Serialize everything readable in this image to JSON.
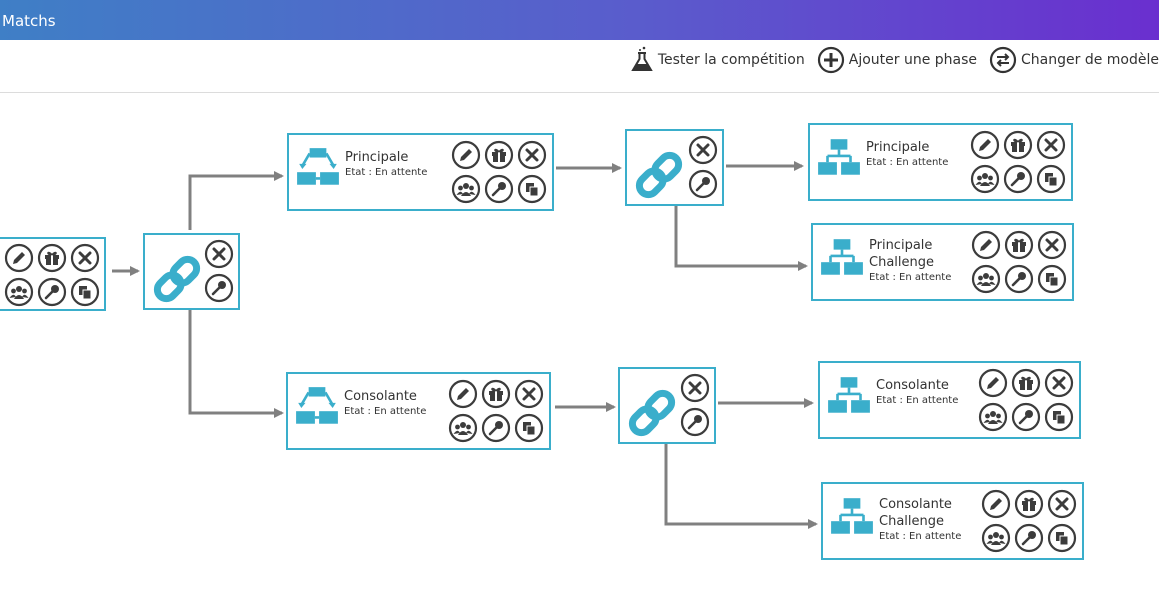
{
  "header": {
    "title": "Matchs"
  },
  "toolbar": {
    "test_label": "Tester la compétition",
    "add_phase_label": "Ajouter une phase",
    "change_model_label": "Changer de modèle"
  },
  "nodes": {
    "principale": {
      "name": "Principale",
      "state": "Etat : En attente"
    },
    "consolante": {
      "name": "Consolante",
      "state": "Etat : En attente"
    },
    "principale_main": {
      "name": "Principale",
      "state": "Etat : En attente"
    },
    "principale_challenge": {
      "name": "Principale\nChallenge",
      "name_line1": "Principale",
      "name_line2": "Challenge",
      "state": "Etat : En attente"
    },
    "consolante_main": {
      "name": "Consolante",
      "state": "Etat : En attente"
    },
    "consolante_challenge": {
      "name_line1": "Consolante",
      "name_line2": "Challenge",
      "state": "Etat : En attente"
    }
  },
  "colors": {
    "accent": "#3aaecb",
    "icon": "#3c3c3c",
    "arrow": "#808080"
  },
  "icons": [
    "flask-icon",
    "plus-circle-icon",
    "swap-icon",
    "pencil-icon",
    "gift-icon",
    "close-icon",
    "group-icon",
    "key-icon",
    "copy-icon",
    "link-icon",
    "tree-icon",
    "swap-tree-icon"
  ]
}
